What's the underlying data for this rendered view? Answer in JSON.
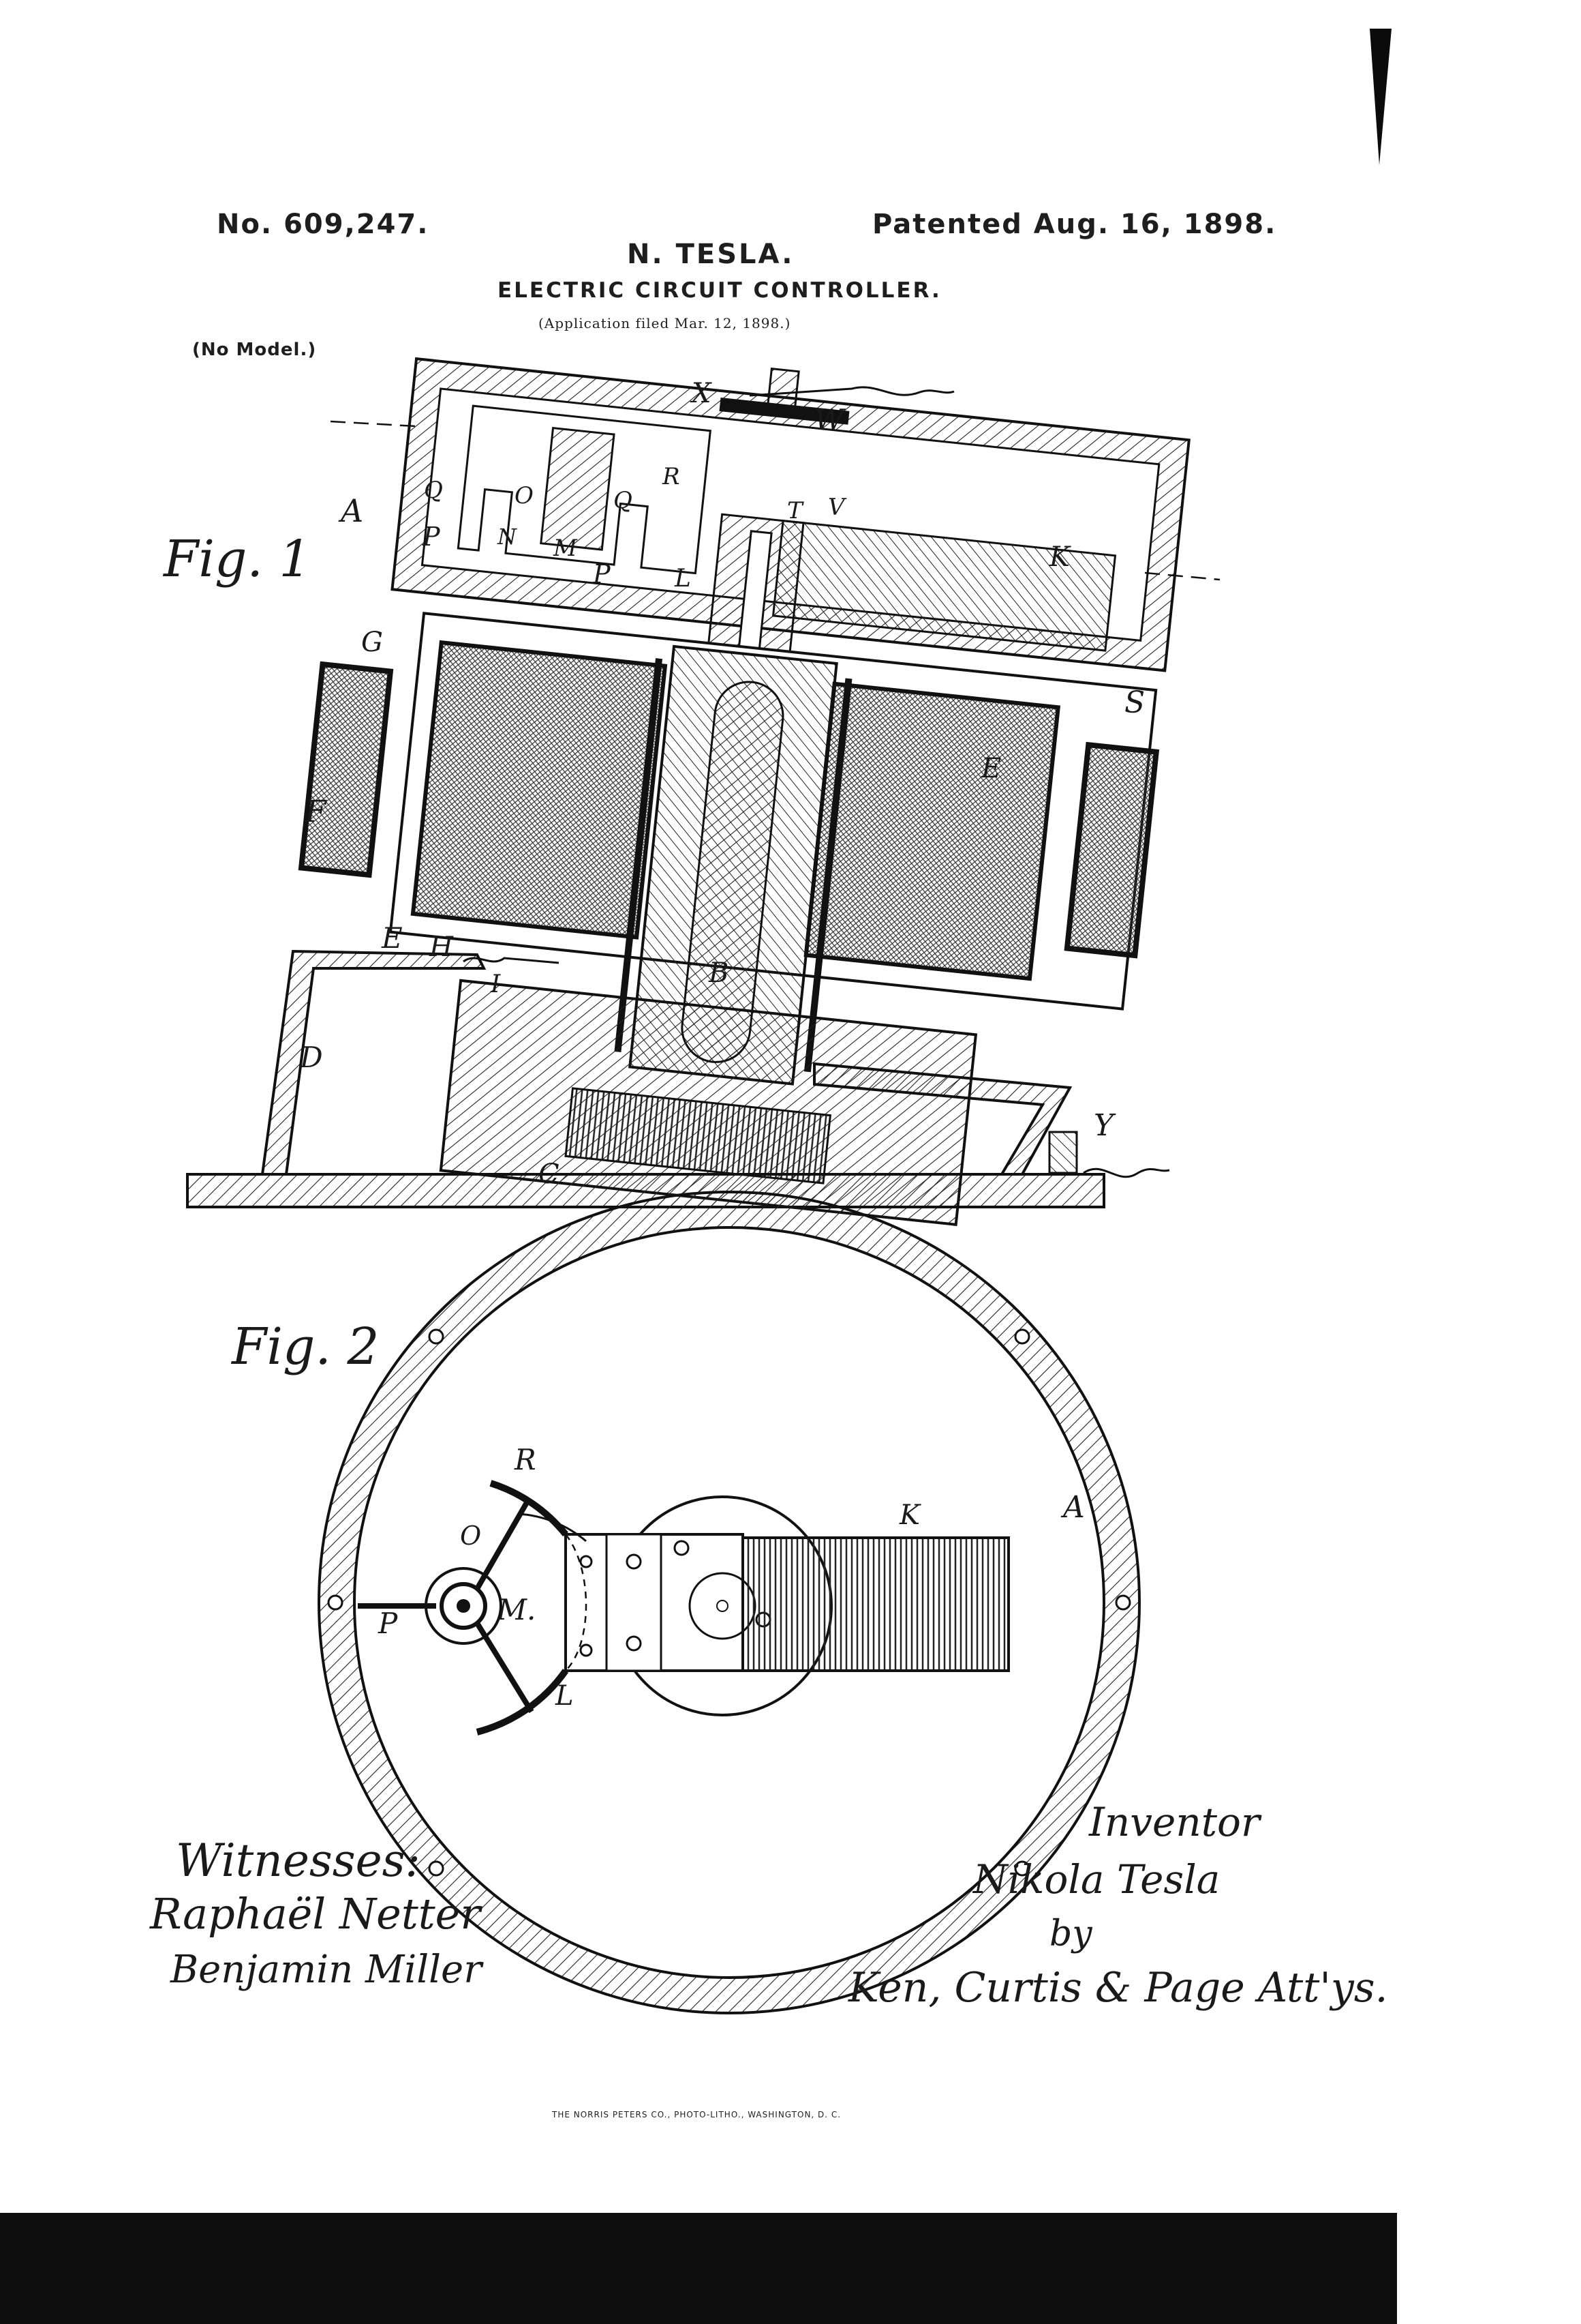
{
  "header": {
    "patent_number": "No. 609,247.",
    "patent_date": "Patented Aug. 16, 1898.",
    "inventor": "N. TESLA.",
    "title": "ELECTRIC CIRCUIT CONTROLLER.",
    "application": "(Application filed Mar. 12, 1898.)",
    "model": "(No Model.)"
  },
  "figures": {
    "fig1": {
      "caption": "Fig. 1",
      "labels": {
        "A": "A",
        "B": "B",
        "C": "C",
        "D": "D",
        "E": "E",
        "E2": "E",
        "F": "F",
        "G": "G",
        "H": "H",
        "I": "I",
        "K": "K",
        "L": "L",
        "M": "M",
        "N": "N",
        "O": "O",
        "P": "P",
        "P2": "P",
        "Q": "Q",
        "Q2": "Q",
        "R": "R",
        "S": "S",
        "T": "T",
        "V": "V",
        "W": "W",
        "X": "X",
        "Y": "Y"
      }
    },
    "fig2": {
      "caption": "Fig. 2",
      "labels": {
        "A": "A",
        "K": "K",
        "L": "L",
        "M": "M.",
        "O": "O",
        "P": "P",
        "R": "R"
      }
    }
  },
  "signatures": {
    "witnesses_label": "Witnesses:",
    "witness1": "Raphaël Netter",
    "witness2": "Benjamin Miller",
    "inventor_label": "Inventor",
    "inventor_signature": "Nikola Tesla",
    "by": "by",
    "attorneys": "Ken, Curtis & Page Att'ys."
  },
  "footer": {
    "printer": "THE NORRIS PETERS CO., PHOTO-LITHO., WASHINGTON, D. C."
  }
}
